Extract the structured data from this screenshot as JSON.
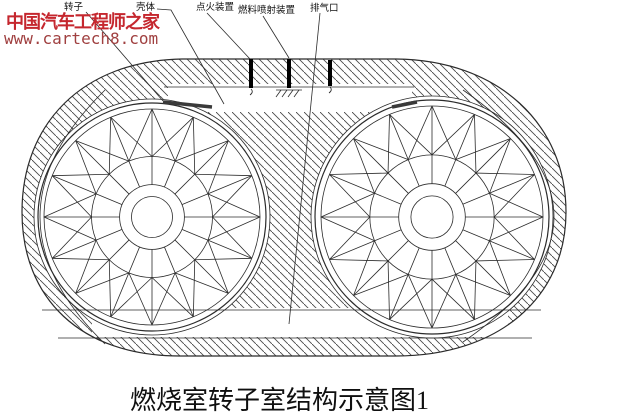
{
  "watermark": {
    "line1": "中国汽车工程师之家",
    "line2": "www.cartech8.com"
  },
  "labels": {
    "rotor": "转子",
    "housing": "壳体",
    "ignition": "点火装置",
    "fuel_injector": "燃料喷射装置",
    "exhaust_port": "排气口"
  },
  "caption": "燃烧室转子室结构示意图1",
  "colors": {
    "watermark_title": "#c5272e",
    "watermark_url": "#a04040",
    "line": "#2b2b2b",
    "hatch": "#4a4a4a",
    "device_bar": "#000000"
  }
}
